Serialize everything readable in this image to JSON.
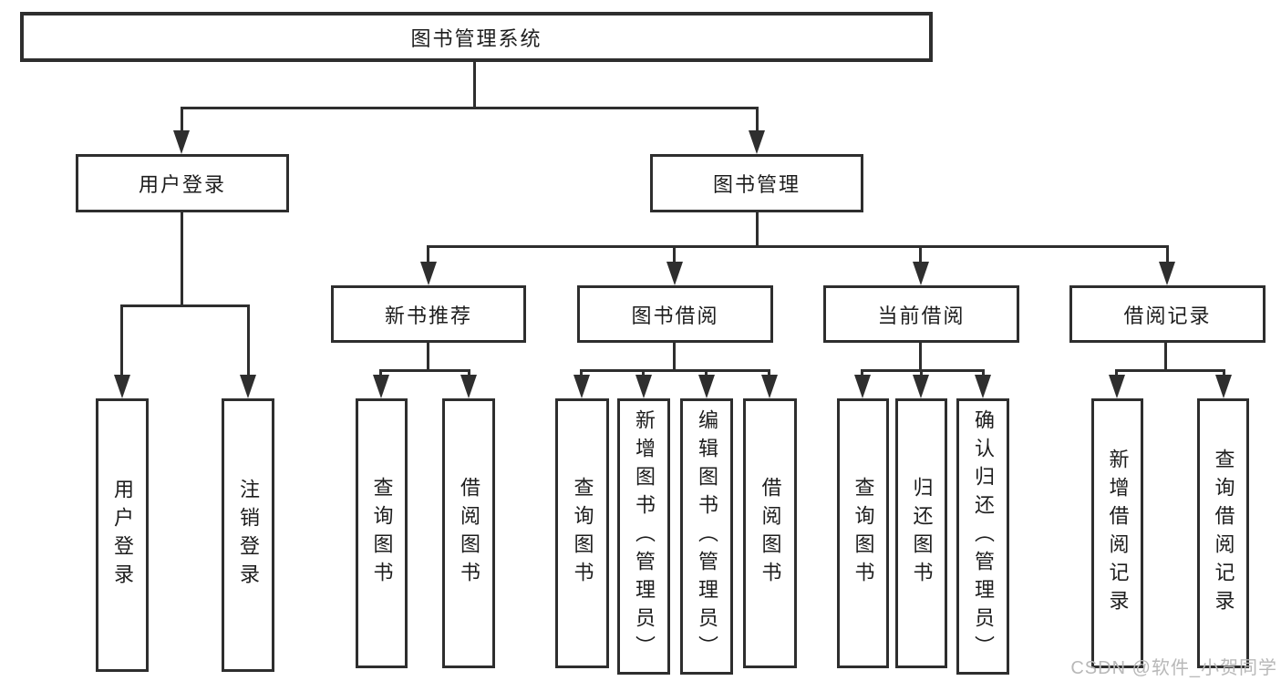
{
  "diagram": {
    "root": "图书管理系统",
    "children": [
      {
        "label": "用户登录",
        "children": [
          {
            "label": "用户登录"
          },
          {
            "label": "注销登录"
          }
        ]
      },
      {
        "label": "图书管理",
        "children": [
          {
            "label": "新书推荐",
            "children": [
              {
                "label": "查询图书"
              },
              {
                "label": "借阅图书"
              }
            ]
          },
          {
            "label": "图书借阅",
            "children": [
              {
                "label": "查询图书"
              },
              {
                "label": "新增图书（管理员）"
              },
              {
                "label": "编辑图书（管理员）"
              },
              {
                "label": "借阅图书"
              }
            ]
          },
          {
            "label": "当前借阅",
            "children": [
              {
                "label": "查询图书"
              },
              {
                "label": "归还图书"
              },
              {
                "label": "确认归还（管理员）"
              }
            ]
          },
          {
            "label": "借阅记录",
            "children": [
              {
                "label": "新增借阅记录"
              },
              {
                "label": "查询借阅记录"
              }
            ]
          }
        ]
      }
    ]
  },
  "watermark": {
    "text": "CSDN @软件_小贺同学"
  },
  "colors": {
    "line": "#2e2e2e",
    "text": "#1d1d1d",
    "background": "#ffffff",
    "watermark": "#b8b8b8"
  }
}
